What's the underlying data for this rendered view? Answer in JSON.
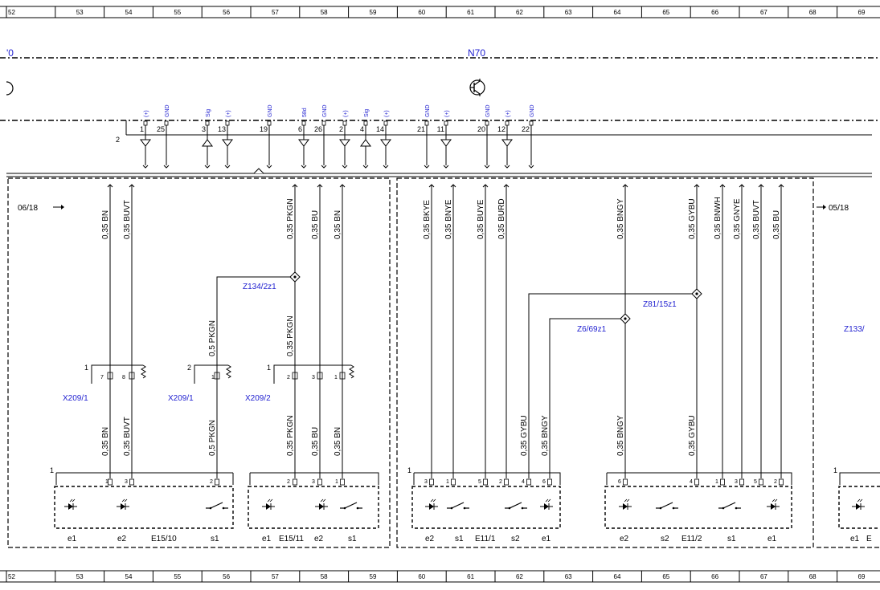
{
  "grid": {
    "columns": [
      "52",
      "53",
      "54",
      "55",
      "56",
      "57",
      "58",
      "59",
      "60",
      "61",
      "62",
      "63",
      "64",
      "65",
      "66",
      "67",
      "68",
      "69"
    ]
  },
  "n70": {
    "left_fragment": "'0",
    "title": "N70",
    "harness_number": "2",
    "pins": [
      {
        "num": "1",
        "label": "(+)"
      },
      {
        "num": "25",
        "label": "GND"
      },
      {
        "num": "3",
        "label": "Sig"
      },
      {
        "num": "13",
        "label": "(+)"
      },
      {
        "num": "19",
        "label": "GND"
      },
      {
        "num": "6",
        "label": "58d"
      },
      {
        "num": "26",
        "label": "GND"
      },
      {
        "num": "2",
        "label": "(+)"
      },
      {
        "num": "4",
        "label": "Sig"
      },
      {
        "num": "14",
        "label": "(+)"
      },
      {
        "num": "21",
        "label": "GND"
      },
      {
        "num": "11",
        "label": "(+)"
      },
      {
        "num": "20",
        "label": "GND"
      },
      {
        "num": "12",
        "label": "(+)"
      },
      {
        "num": "22",
        "label": "GND"
      }
    ]
  },
  "refs": {
    "left": "06/18",
    "right": "05/18"
  },
  "wires": {
    "top": [
      {
        "id": "w137",
        "label": "0,35 BN"
      },
      {
        "id": "w164",
        "label": "0,35 BUVT"
      },
      {
        "id": "w367",
        "label": "0,35 PKGN"
      },
      {
        "id": "w398",
        "label": "0,35 BU"
      },
      {
        "id": "w426",
        "label": "0,35 BN"
      },
      {
        "id": "w537",
        "label": "0,35 BKYE"
      },
      {
        "id": "w564",
        "label": "0,35 BNYE"
      },
      {
        "id": "w604",
        "label": "0,35 BUYE"
      },
      {
        "id": "w630",
        "label": "0,35 BURD"
      },
      {
        "id": "w778",
        "label": "0,35 BNGY"
      },
      {
        "id": "w867",
        "label": "0,35 GYBU"
      },
      {
        "id": "w899",
        "label": "0,35 BNWH"
      },
      {
        "id": "w923",
        "label": "0,35 GNYE"
      },
      {
        "id": "w947",
        "label": "0,35 BUVT"
      },
      {
        "id": "w972",
        "label": "0,35 BU"
      }
    ],
    "mid": [
      {
        "id": "m270",
        "label": "0,5 PKGN"
      },
      {
        "id": "m367",
        "label": "0,35 PKGN"
      }
    ],
    "bottom": [
      {
        "id": "b137",
        "label": "0,35 BN"
      },
      {
        "id": "b164",
        "label": "0,35 BUVT"
      },
      {
        "id": "b270",
        "label": "0,5 PKGN"
      },
      {
        "id": "b367",
        "label": "0,35 PKGN"
      },
      {
        "id": "b398",
        "label": "0,35 BU"
      },
      {
        "id": "b426",
        "label": "0,35 BN"
      },
      {
        "id": "b658",
        "label": "0,35 GYBU"
      },
      {
        "id": "b684",
        "label": "0,35 BNGY"
      },
      {
        "id": "b778",
        "label": "0,35 BNGY"
      },
      {
        "id": "b867",
        "label": "0,35 GYBU"
      }
    ]
  },
  "splices": [
    {
      "label": "Z134/2z1"
    },
    {
      "label": "Z81/15z1"
    },
    {
      "label": "Z6/69z1"
    },
    {
      "label": "Z133/"
    }
  ],
  "connectors": [
    {
      "label": "X209/1",
      "number": "1",
      "pins": [
        "7",
        "8"
      ]
    },
    {
      "label": "X209/1",
      "number": "2",
      "pins": [
        "1"
      ]
    },
    {
      "label": "X209/2",
      "number": "1",
      "pins": [
        "2",
        "3",
        "1"
      ]
    }
  ],
  "components": [
    {
      "name": "E15/10",
      "connector_number": "1",
      "pins": [
        "1",
        "3",
        "2"
      ],
      "elements": [
        "e1",
        "e2",
        "s1"
      ]
    },
    {
      "name": "E15/11",
      "pins": [
        "2",
        "3",
        "1"
      ],
      "elements": [
        "e1",
        "e2",
        "s1"
      ]
    },
    {
      "name": "E11/1",
      "connector_number": "1",
      "pins": [
        "3",
        "1",
        "5",
        "2",
        "4",
        "6"
      ],
      "elements": [
        "e2",
        "s1",
        "s2",
        "e1"
      ]
    },
    {
      "name": "E11/2",
      "pins": [
        "6",
        "4",
        "1",
        "3",
        "5",
        "2"
      ],
      "elements": [
        "e2",
        "s2",
        "s1",
        "e1"
      ]
    },
    {
      "name": "E",
      "connector_number": "1",
      "elements": [
        "e1"
      ]
    }
  ],
  "colors": {
    "line": "#000000",
    "label_blue": "#1f1fd0"
  }
}
